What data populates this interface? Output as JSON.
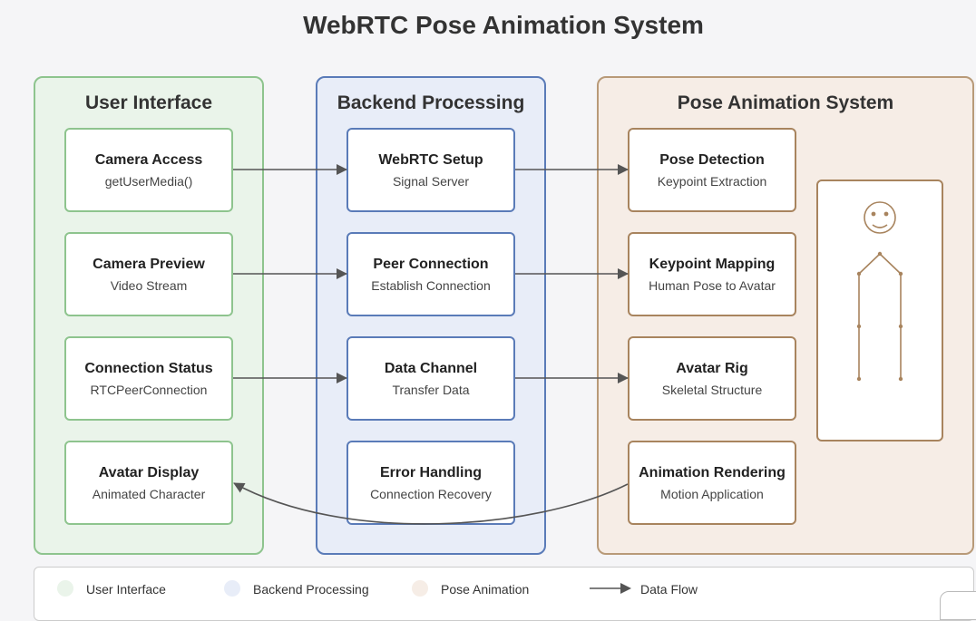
{
  "title": "WebRTC Pose Animation System",
  "columns": {
    "ui": {
      "title": "User Interface",
      "boxes": [
        {
          "title": "Camera Access",
          "sub": "getUserMedia()"
        },
        {
          "title": "Camera Preview",
          "sub": "Video Stream"
        },
        {
          "title": "Connection Status",
          "sub": "RTCPeerConnection"
        },
        {
          "title": "Avatar Display",
          "sub": "Animated Character"
        }
      ]
    },
    "backend": {
      "title": "Backend Processing",
      "boxes": [
        {
          "title": "WebRTC Setup",
          "sub": "Signal Server"
        },
        {
          "title": "Peer Connection",
          "sub": "Establish Connection"
        },
        {
          "title": "Data Channel",
          "sub": "Transfer Data"
        },
        {
          "title": "Error Handling",
          "sub": "Connection Recovery"
        }
      ]
    },
    "pose": {
      "title": "Pose Animation System",
      "boxes": [
        {
          "title": "Pose Detection",
          "sub": "Keypoint Extraction"
        },
        {
          "title": "Keypoint Mapping",
          "sub": "Human Pose to Avatar"
        },
        {
          "title": "Avatar Rig",
          "sub": "Skeletal Structure"
        },
        {
          "title": "Animation Rendering",
          "sub": "Motion Application"
        }
      ]
    }
  },
  "legend": [
    {
      "label": "User Interface",
      "color": "#eaf4ea"
    },
    {
      "label": "Backend Processing",
      "color": "#e8edf8"
    },
    {
      "label": "Pose Animation",
      "color": "#f6ede6"
    },
    {
      "label": "Data Flow",
      "color": "#555555"
    }
  ],
  "colors": {
    "ui_border": "#8ec48e",
    "backend_border": "#5a7bb8",
    "pose_border": "#a8845e",
    "arrow": "#555555"
  }
}
